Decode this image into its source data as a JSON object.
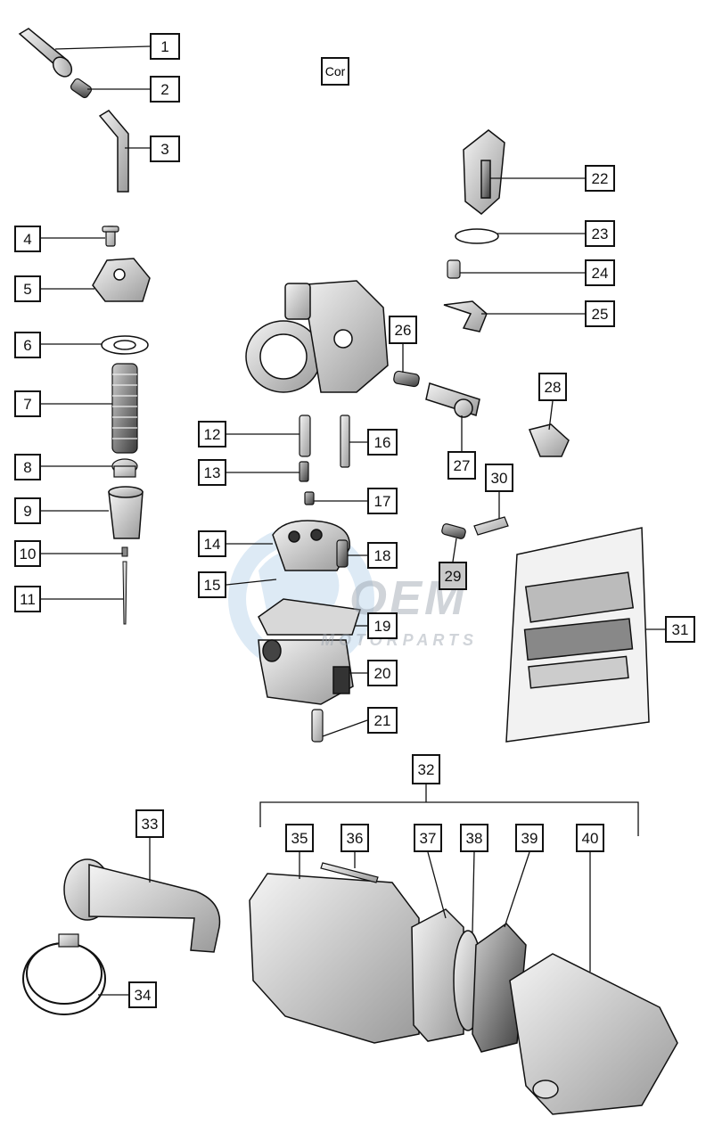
{
  "corner_tag": "Cor",
  "watermark": {
    "logo": "OEM",
    "subtitle": "MOTORPARTS"
  },
  "callouts": [
    "1",
    "2",
    "3",
    "4",
    "5",
    "6",
    "7",
    "8",
    "9",
    "10",
    "11",
    "12",
    "13",
    "14",
    "15",
    "16",
    "17",
    "18",
    "19",
    "20",
    "21",
    "22",
    "23",
    "24",
    "25",
    "26",
    "27",
    "28",
    "29",
    "30",
    "31",
    "32",
    "33",
    "34",
    "35",
    "36",
    "37",
    "38",
    "39",
    "40"
  ],
  "colors": {
    "line": "#111111",
    "box_fill": "#ffffff",
    "highlight_fill": "#c9c9c9",
    "watermark": "#9fb8cc"
  }
}
